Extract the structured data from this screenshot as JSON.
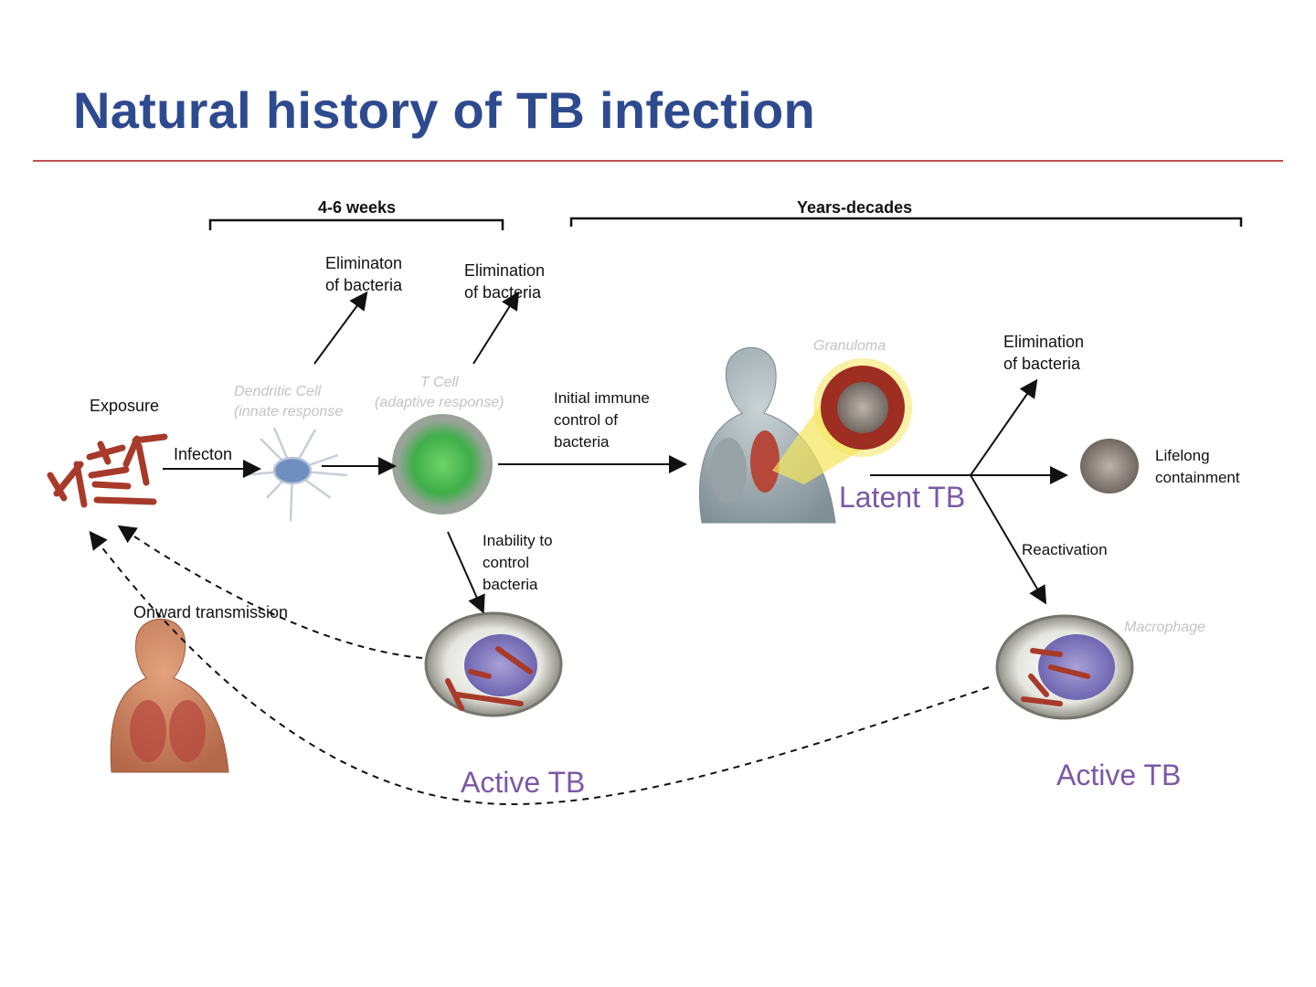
{
  "title": "Natural history of TB infection",
  "timeline": {
    "early": "4-6 weeks",
    "late": "Years-decades"
  },
  "labels": {
    "exposure": "Exposure",
    "infection": "Infecton",
    "elimination_1": [
      "Eliminaton",
      "of bacteria"
    ],
    "elimination_2": [
      "Elimination",
      "of bacteria"
    ],
    "elimination_3": [
      "Elimination",
      "of bacteria"
    ],
    "dendritic_cell": [
      "Dendritic Cell",
      "(innate response"
    ],
    "t_cell": [
      "T Cell",
      "(adaptive response)"
    ],
    "initial_immune": [
      "Initial immune",
      "control of",
      "bacteria"
    ],
    "granuloma": "Granuloma",
    "latent_tb": "Latent TB",
    "lifelong": [
      "Lifelong",
      "containment"
    ],
    "reactivation": "Reactivation",
    "inability": [
      "Inability to",
      "control",
      "bacteria"
    ],
    "onward_transmission": "Onward transmission",
    "macrophage": "Macrophage",
    "active_tb_1": "Active TB",
    "active_tb_2": "Active TB"
  },
  "colors": {
    "title": "#2e4a8f",
    "rule": "#c0504d",
    "tb_label": "#7b58a6",
    "bacteria": "#a83a2a"
  }
}
